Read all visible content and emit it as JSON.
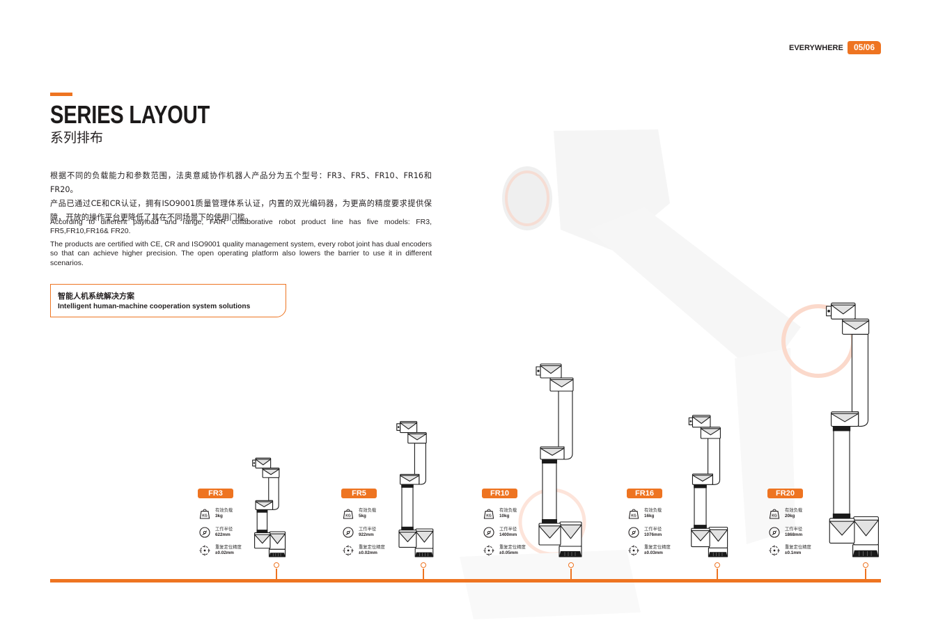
{
  "header": {
    "section": "EVERYWHERE",
    "page": "05/06"
  },
  "title": {
    "main": "SERIES LAYOUT",
    "sub": "系列排布"
  },
  "intro": {
    "zh": [
      "根据不同的负载能力和参数范围，法奥意威协作机器人产品分为五个型号：FR3、FR5、FR10、FR16和FR20。",
      "产品已通过CE和CR认证，拥有ISO9001质量管理体系认证，内置的双光编码器，为更高的精度要求提供保障，开放的操作平台更降低了其在不同场景下的使用门槛。"
    ],
    "en": [
      "According to different payload and range, FAIR collaborative robot product line has five models: FR3, FR5,FR10,FR16& FR20.",
      "The products are certified with CE,  CR and ISO9001 quality management system,  every robot joint has dual encoders so that can achieve higher precision. The open operating platform also lowers the barrier to use it in different scenarios."
    ]
  },
  "callout": {
    "zh": "智能人机系统解决方案",
    "en": "Intelligent human-machine cooperation system solutions"
  },
  "spec_labels": {
    "payload": "有效负载",
    "reach": "工作半径",
    "repeatability": "重复定位精度",
    "kg_icon_text": "KG"
  },
  "spec_icons": {
    "payload": "weight-kg-icon",
    "reach": "gauge-icon",
    "repeatability": "crosshair-icon"
  },
  "models": [
    {
      "name": "FR3",
      "payload": "3kg",
      "reach": "622mm",
      "repeatability": "±0.02mm"
    },
    {
      "name": "FR5",
      "payload": "5kg",
      "reach": "922mm",
      "repeatability": "±0.02mm"
    },
    {
      "name": "FR10",
      "payload": "10kg",
      "reach": "1400mm",
      "repeatability": "±0.05mm"
    },
    {
      "name": "FR16",
      "payload": "16kg",
      "reach": "1076mm",
      "repeatability": "±0.03mm"
    },
    {
      "name": "FR20",
      "payload": "20kg",
      "reach": "1868mm",
      "repeatability": "±0.1mm"
    }
  ],
  "colors": {
    "accent": "#ee7421",
    "text": "#231f20"
  }
}
